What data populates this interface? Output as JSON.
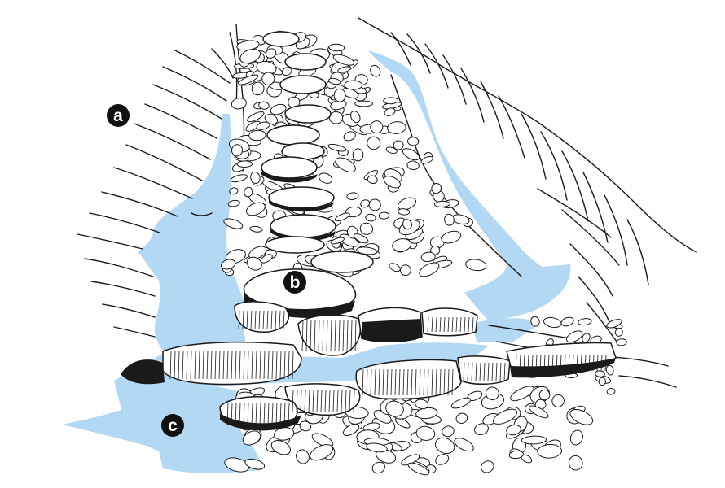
{
  "colors": {
    "water": "#b3d8f3",
    "ink": "#1a1a1a",
    "paper": "#ffffff"
  },
  "labels": {
    "a": "a",
    "b": "b",
    "c": "c"
  }
}
